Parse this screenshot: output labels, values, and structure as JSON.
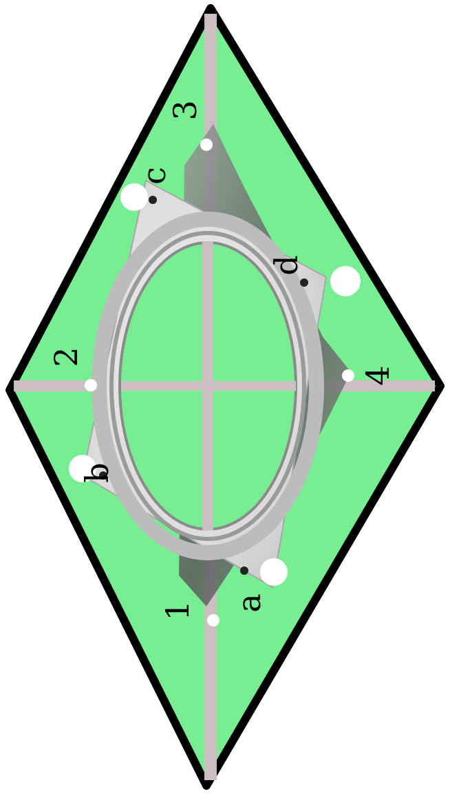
{
  "colors": {
    "background": "#ffffff",
    "board_fill": "#77ee92",
    "board_border": "#000000",
    "bar": "#cdbfc1",
    "plate_light": "#e6e6e6",
    "plate_mid": "#c9c9c9",
    "plate_shadow": "#6e6e6e",
    "hole": "#ffffff"
  },
  "board_corner_labels": {
    "one": "1",
    "two": "2",
    "three": "3",
    "four": "4"
  },
  "plate_corner_labels": {
    "a": "a",
    "b": "b",
    "c": "c",
    "d": "d"
  }
}
